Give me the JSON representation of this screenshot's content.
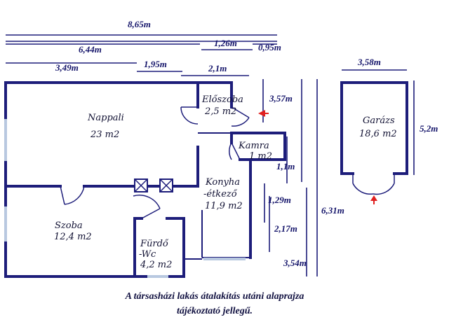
{
  "dimensions": {
    "d_865": "8,65m",
    "d_126": "1,26m",
    "d_644": "6,44m",
    "d_095": "0,95m",
    "d_349": "3,49m",
    "d_195": "1,95m",
    "d_21": "2,1m",
    "d_358": "3,58m",
    "d_357": "3,57m",
    "d_52": "5,2m",
    "d_11": "1,1m",
    "d_129": "1,29m",
    "d_631": "6,31m",
    "d_217": "2,17m",
    "d_354": "3,54m"
  },
  "rooms": {
    "nappali": {
      "name": "Nappali",
      "area": "23 m2"
    },
    "eloszoba": {
      "name": "Előszoba",
      "area": "2,5 m2"
    },
    "kamra": {
      "name": "Kamra",
      "area": "1 m2"
    },
    "konyha": {
      "name_line1": "Konyha",
      "name_line2": "-étkező",
      "area": "11,9 m2"
    },
    "szoba": {
      "name": "Szoba",
      "area": "12,4 m2"
    },
    "furdo": {
      "name_line1": "Fürdő",
      "name_line2": "-Wc",
      "area": "4,2 m2"
    },
    "garazs": {
      "name": "Garázs",
      "area": "18,6 m2"
    }
  },
  "caption": {
    "line1": "A társasházi lakás átalakítás utáni alaprajza",
    "line2": "tájékoztató jellegű."
  },
  "colors": {
    "wall": "#1d1d7a",
    "window": "#b8c8e0",
    "entry_arrow": "#e02020"
  }
}
